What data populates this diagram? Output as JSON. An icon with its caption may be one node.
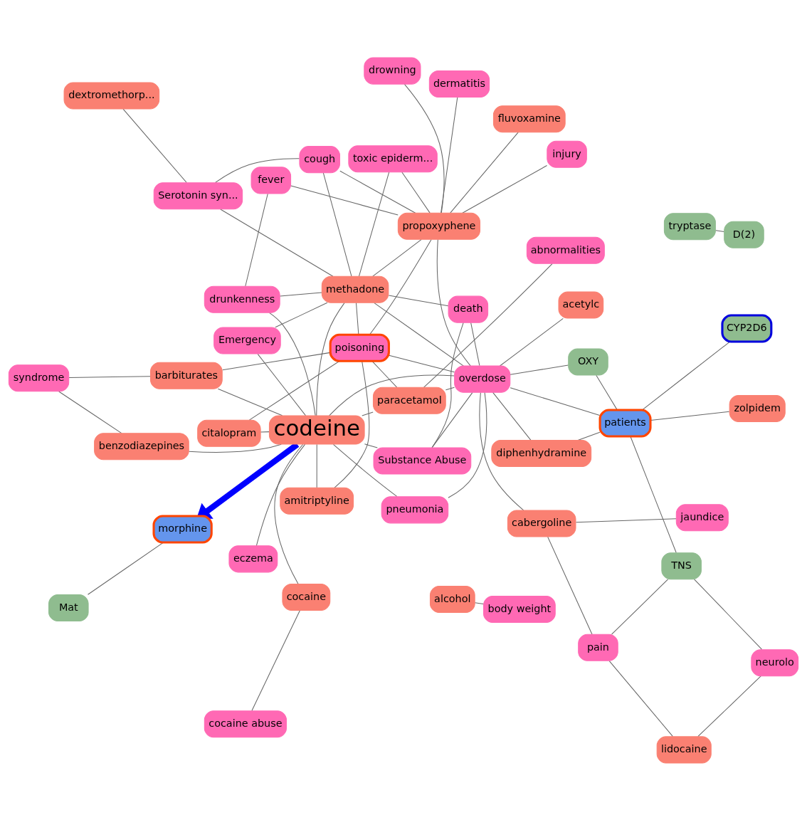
{
  "diagram": {
    "nodes": [
      {
        "text": [
          "tryptase"
        ]
      },
      {
        "text": [
          "D(2)"
        ]
      },
      {
        "text": [
          "Mat"
        ]
      },
      {
        "text": [
          "CYP2D6"
        ]
      },
      {
        "text": [
          "morphine"
        ]
      },
      {
        "text": [
          "codeine"
        ]
      },
      {
        "text": [
          "jaundice"
        ]
      },
      {
        "text": [
          "poisoning"
        ]
      },
      {
        "text": [
          "diphenhydramine"
        ]
      },
      {
        "text": [
          "zolpidem"
        ]
      },
      {
        "text": [
          "OXY"
        ]
      },
      {
        "text": [
          "cabergoline"
        ]
      },
      {
        "text": [
          "neurolo"
        ]
      },
      {
        "text": [
          "amitriptyline"
        ]
      },
      {
        "text": [
          "patients"
        ]
      },
      {
        "text": [
          "TNS"
        ]
      },
      {
        "text": [
          "citalopram"
        ]
      },
      {
        "text": [
          "cocaine abuse"
        ]
      },
      {
        "text": [
          "cocaine"
        ]
      },
      {
        "text": [
          "overdose"
        ]
      },
      {
        "text": [
          "pain"
        ]
      },
      {
        "text": [
          "Emergency"
        ]
      },
      {
        "text": [
          "lidocaine"
        ]
      },
      {
        "text": [
          "barbiturates"
        ]
      },
      {
        "text": [
          "syndrome"
        ]
      },
      {
        "text": [
          "pneumonia"
        ]
      },
      {
        "text": [
          "acetylc"
        ]
      },
      {
        "text": [
          "paracetamol"
        ]
      },
      {
        "text": [
          "benzodiazepines"
        ]
      },
      {
        "text": [
          "eczema"
        ]
      },
      {
        "text": [
          "drunkenness"
        ]
      },
      {
        "text": [
          "Substance Abuse"
        ]
      },
      {
        "text": [
          "methadone"
        ]
      },
      {
        "text": [
          "alcohol"
        ]
      },
      {
        "text": [
          "death"
        ]
      },
      {
        "text": [
          "body weight"
        ]
      },
      {
        "text": [
          "fever"
        ]
      },
      {
        "text": [
          "toxic epiderm..."
        ]
      },
      {
        "text": [
          "abnormalities"
        ]
      },
      {
        "text": [
          "propoxyphene"
        ]
      },
      {
        "text": [
          "injury"
        ]
      },
      {
        "text": [
          "cough"
        ]
      },
      {
        "text": [
          "dextromethorp..."
        ]
      },
      {
        "text": [
          "Serotonin syn..."
        ]
      },
      {
        "text": [
          "fluvoxamine"
        ]
      },
      {
        "text": [
          "dermatitis"
        ]
      },
      {
        "text": [
          "drowning"
        ]
      }
    ],
    "edges": [
      {
        "from": 0,
        "to": 1,
        "arrow": "none"
      },
      {
        "from": 2,
        "to": 4,
        "arrow": "none"
      },
      {
        "from": 3,
        "to": 14,
        "arrow": "none"
      },
      {
        "from": 5,
        "to": 13,
        "arrow": "none"
      },
      {
        "from": 5,
        "to": 16,
        "arrow": "none"
      },
      {
        "from": 5,
        "to": 18,
        "arrow": "none"
      },
      {
        "from": 5,
        "to": 21,
        "arrow": "none"
      },
      {
        "from": 5,
        "to": 19,
        "arrow": "none"
      },
      {
        "from": 5,
        "to": 23,
        "arrow": "none"
      },
      {
        "from": 5,
        "to": 28,
        "arrow": "none"
      },
      {
        "from": 5,
        "to": 30,
        "arrow": "none"
      },
      {
        "from": 5,
        "to": 29,
        "arrow": "none"
      },
      {
        "from": 5,
        "to": 32,
        "arrow": "none"
      },
      {
        "from": 5,
        "to": 25,
        "arrow": "none"
      },
      {
        "from": 5,
        "to": 27,
        "arrow": "none"
      },
      {
        "from": 5,
        "to": 31,
        "arrow": "none"
      },
      {
        "from": 7,
        "to": 13,
        "arrow": "none"
      },
      {
        "from": 7,
        "to": 16,
        "arrow": "none"
      },
      {
        "from": 7,
        "to": 23,
        "arrow": "none"
      },
      {
        "from": 7,
        "to": 32,
        "arrow": "none"
      },
      {
        "from": 7,
        "to": 39,
        "arrow": "none"
      },
      {
        "from": 7,
        "to": 19,
        "arrow": "none"
      },
      {
        "from": 7,
        "to": 27,
        "arrow": "none"
      },
      {
        "from": 8,
        "to": 14,
        "arrow": "none"
      },
      {
        "from": 8,
        "to": 19,
        "arrow": "none"
      },
      {
        "from": 9,
        "to": 14,
        "arrow": "none"
      },
      {
        "from": 10,
        "to": 14,
        "arrow": "none"
      },
      {
        "from": 10,
        "to": 19,
        "arrow": "none"
      },
      {
        "from": 6,
        "to": 11,
        "arrow": "none"
      },
      {
        "from": 11,
        "to": 20,
        "arrow": "none"
      },
      {
        "from": 11,
        "to": 19,
        "arrow": "none"
      },
      {
        "from": 14,
        "to": 15,
        "arrow": "none"
      },
      {
        "from": 15,
        "to": 12,
        "arrow": "none"
      },
      {
        "from": 15,
        "to": 20,
        "arrow": "none"
      },
      {
        "from": 20,
        "to": 22,
        "arrow": "none"
      },
      {
        "from": 12,
        "to": 22,
        "arrow": "none"
      },
      {
        "from": 14,
        "to": 19,
        "arrow": "none"
      },
      {
        "from": 17,
        "to": 18,
        "arrow": "none"
      },
      {
        "from": 24,
        "to": 23,
        "arrow": "none"
      },
      {
        "from": 24,
        "to": 28,
        "arrow": "none"
      },
      {
        "from": 30,
        "to": 36,
        "arrow": "none"
      },
      {
        "from": 30,
        "to": 32,
        "arrow": "none"
      },
      {
        "from": 21,
        "to": 32,
        "arrow": "none"
      },
      {
        "from": 19,
        "to": 32,
        "arrow": "none"
      },
      {
        "from": 19,
        "to": 26,
        "arrow": "none"
      },
      {
        "from": 19,
        "to": 27,
        "arrow": "none"
      },
      {
        "from": 19,
        "to": 39,
        "arrow": "none"
      },
      {
        "from": 19,
        "to": 25,
        "arrow": "none"
      },
      {
        "from": 19,
        "to": 34,
        "arrow": "none"
      },
      {
        "from": 19,
        "to": 31,
        "arrow": "none"
      },
      {
        "from": 32,
        "to": 34,
        "arrow": "none"
      },
      {
        "from": 32,
        "to": 39,
        "arrow": "none"
      },
      {
        "from": 32,
        "to": 41,
        "arrow": "none"
      },
      {
        "from": 32,
        "to": 37,
        "arrow": "none"
      },
      {
        "from": 32,
        "to": 43,
        "arrow": "none"
      },
      {
        "from": 27,
        "to": 38,
        "arrow": "none"
      },
      {
        "from": 31,
        "to": 34,
        "arrow": "none"
      },
      {
        "from": 33,
        "to": 35,
        "arrow": "none"
      },
      {
        "from": 39,
        "to": 40,
        "arrow": "none"
      },
      {
        "from": 39,
        "to": 44,
        "arrow": "none"
      },
      {
        "from": 39,
        "to": 45,
        "arrow": "none"
      },
      {
        "from": 39,
        "to": 41,
        "arrow": "none"
      },
      {
        "from": 39,
        "to": 37,
        "arrow": "none"
      },
      {
        "from": 39,
        "to": 46,
        "arrow": "none"
      },
      {
        "from": 36,
        "to": 39,
        "arrow": "none"
      },
      {
        "from": 41,
        "to": 43,
        "arrow": "none"
      },
      {
        "from": 42,
        "to": 43,
        "arrow": "none"
      },
      {
        "from": 5,
        "to": 4,
        "arrow": "to",
        "style": "thick",
        "color": "#0000ff"
      }
    ]
  }
}
